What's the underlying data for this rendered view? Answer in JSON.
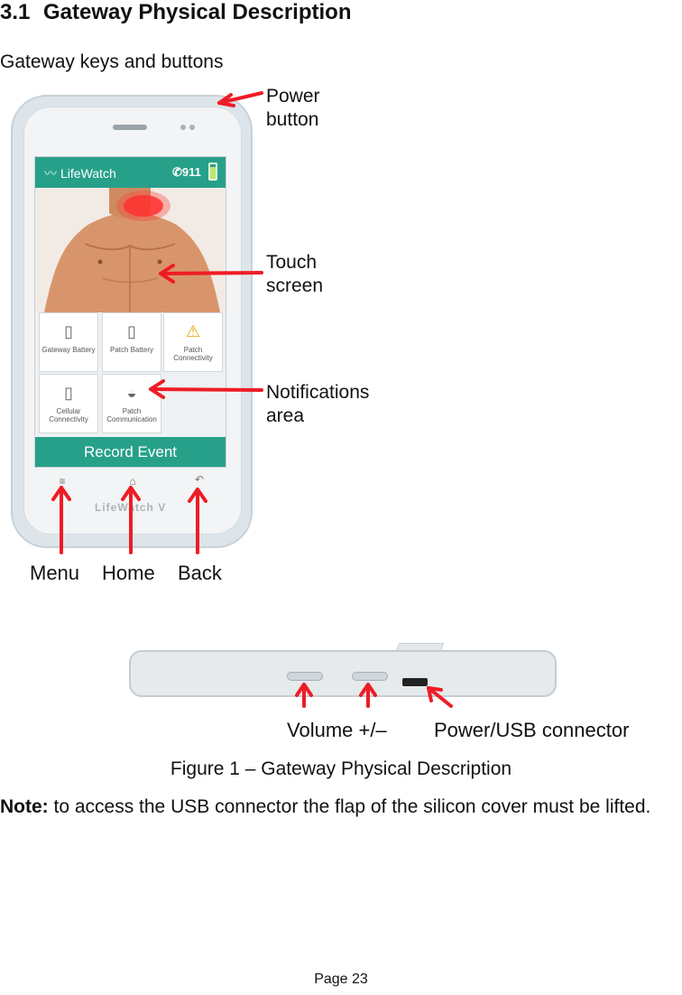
{
  "section": {
    "number": "3.1",
    "title": "Gateway Physical Description"
  },
  "subtitle": "Gateway keys and buttons",
  "callouts": {
    "power_button": [
      "Power",
      "button"
    ],
    "touch_screen": [
      "Touch",
      "screen"
    ],
    "notifications_area": [
      "Notifications",
      "area"
    ],
    "menu": "Menu",
    "home": "Home",
    "back": "Back",
    "volume": "Volume +/–",
    "power_usb": "Power/USB connector"
  },
  "phone": {
    "app_name": "LifeWatch",
    "emergency": "911",
    "tiles": [
      {
        "label": "Gateway Battery",
        "icon": "phone-battery-icon",
        "glyph": "▯"
      },
      {
        "label": "Patch Battery",
        "icon": "battery-icon",
        "glyph": "▯"
      },
      {
        "label": "Patch Connectivity",
        "icon": "warning-icon",
        "glyph": "⚠"
      },
      {
        "label": "Cellular Connectivity",
        "icon": "cellular-icon",
        "glyph": "▯"
      },
      {
        "label": "Patch Communication",
        "icon": "patch-icon",
        "glyph": "◒"
      }
    ],
    "record_button": "Record Event",
    "brand": "LifeWatch V"
  },
  "figure_caption": "Figure 1 – Gateway Physical Description",
  "note": {
    "label": "Note:",
    "text": " to access the USB connector the flap of the silicon cover must be lifted."
  },
  "page_label": "Page 23",
  "colors": {
    "accent": "#27a08a",
    "arrow": "#ee1c25"
  }
}
